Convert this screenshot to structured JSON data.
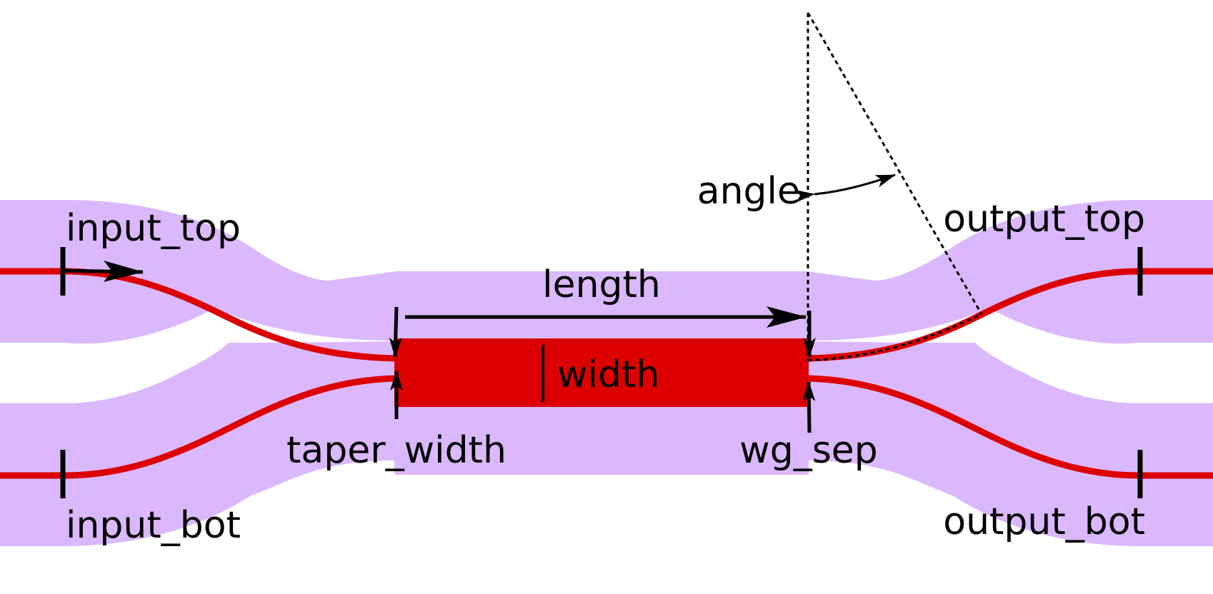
{
  "labels": {
    "input_top": "input_top",
    "input_bot": "input_bot",
    "output_top": "output_top",
    "output_bot": "output_bot",
    "length": "length",
    "width": "width",
    "taper_width": "taper_width",
    "wg_sep": "wg_sep",
    "angle": "angle"
  },
  "colors": {
    "cladding": "#dbb8fd",
    "waveguide": "#dd0000",
    "annotation": "#000000",
    "background": "#ffffff"
  }
}
